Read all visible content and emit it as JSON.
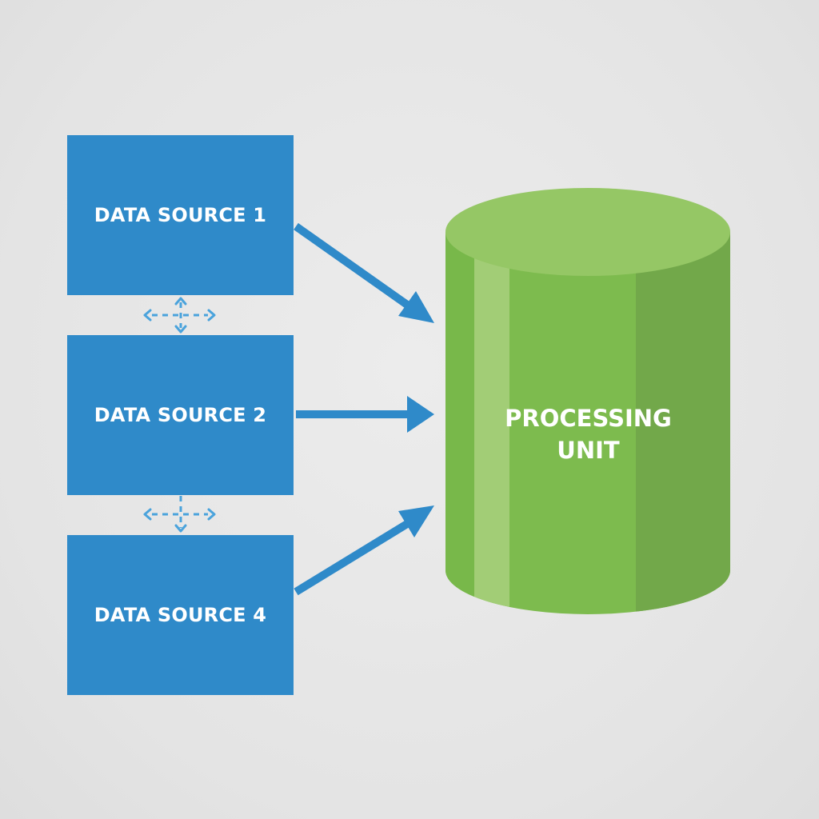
{
  "sources": [
    {
      "label": "DATA SOURCE 1"
    },
    {
      "label": "DATA SOURCE 2"
    },
    {
      "label": "DATA SOURCE 4"
    }
  ],
  "processing_unit": {
    "line1": "PROCESSING",
    "line2": "UNIT"
  },
  "colors": {
    "background": "#e6e6e6",
    "source_fill": "#2f8ac9",
    "arrow": "#2f8ac9",
    "connector": "#4aa3dc",
    "cylinder_body": "#7dbb4e",
    "cylinder_top": "#95c765",
    "cylinder_highlight": "#a2cd76",
    "cylinder_shade": "#72a84a"
  },
  "icons": {
    "connector": "dashed-move-arrows-icon",
    "flow": "arrow-right-icon"
  }
}
